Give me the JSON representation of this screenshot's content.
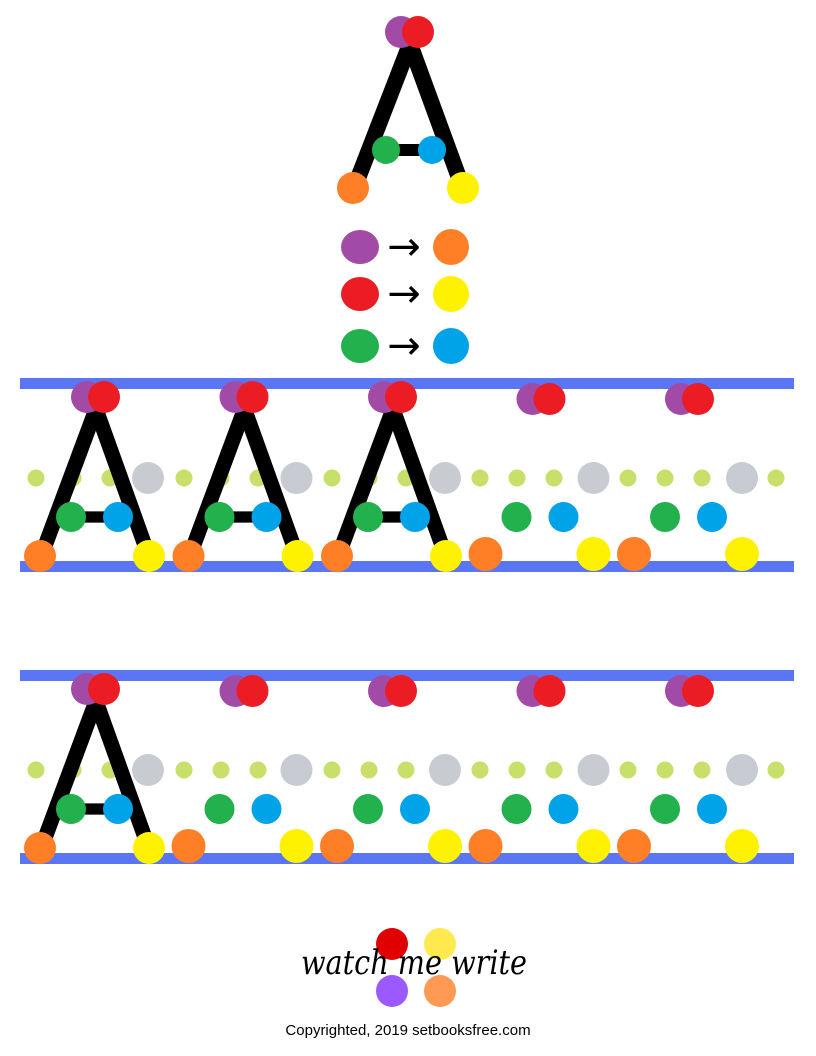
{
  "letter": "A",
  "colors": {
    "purple": "#a24ba6",
    "red": "#ec1c24",
    "orange": "#ff7f27",
    "yellow": "#fff200",
    "green": "#22b14c",
    "blue": "#00a2e8",
    "guide_line": "#5a76f5",
    "dot_midline": "#c8e06a",
    "dot_gray": "#c8ccd2",
    "logo_red": "#e00000",
    "logo_yellow": "#ffe94d",
    "logo_purple": "#9b59ff",
    "logo_orange": "#ff9a55"
  },
  "legend": [
    {
      "from": "purple",
      "to": "orange",
      "arrow": "→"
    },
    {
      "from": "red",
      "to": "yellow",
      "arrow": "→"
    },
    {
      "from": "green",
      "to": "blue",
      "arrow": "→"
    }
  ],
  "rows": [
    {
      "traced_letters": 3,
      "total_letters": 5
    },
    {
      "traced_letters": 1,
      "total_letters": 5
    }
  ],
  "logo": {
    "text": "watch me write"
  },
  "footer": {
    "copyright": "Copyrighted, 2019 setbooksfree.com"
  }
}
